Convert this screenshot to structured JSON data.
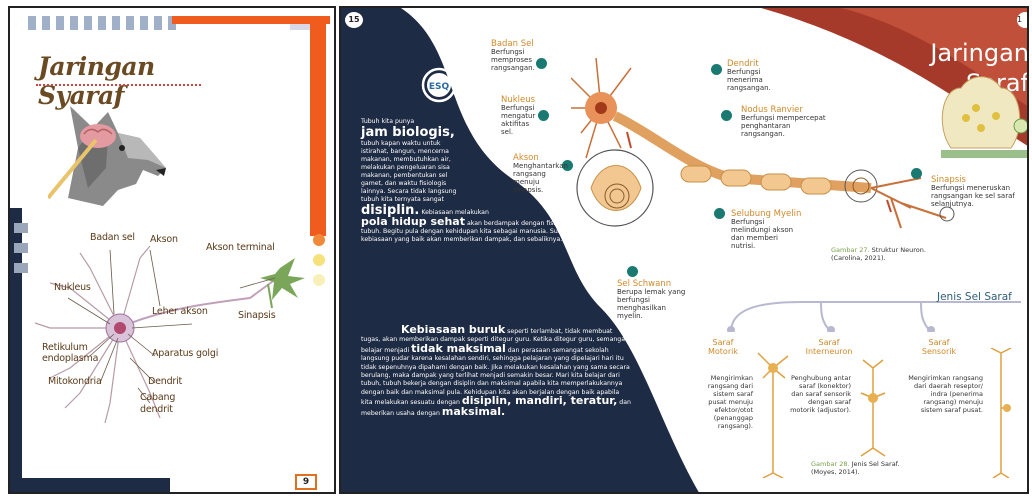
{
  "left_page": {
    "title": "Jaringan Syaraf",
    "page_number": "9",
    "labels": {
      "badan_sel": "Badan sel",
      "akson": "Akson",
      "akson_terminal": "Akson terminal",
      "nukleus": "Nukleus",
      "leher_akson": "Leher akson",
      "sinapsis": "Sinapsis",
      "retikulum": "Retikulum",
      "endoplasma": "endoplasma",
      "aparatus_golgi": "Aparatus golgi",
      "mitokondria": "Mitokondria",
      "dendrit": "Dendrit",
      "cabang": "Cabang",
      "dendrit2": "dendrit"
    }
  },
  "right_page": {
    "page_number": "15",
    "page_number_right": "1",
    "logo_text": "ESQ",
    "title_line1": "Jaringan",
    "title_line2": "Saraf",
    "text1_intro": "Tubuh kita punya",
    "text1_big1": "jam biologis,",
    "text1_body1": "tubuh kapan waktu untuk istirahat, bangun, mencerna makanan, membutuhkan air, melakukan pengeluaran sisa makanan, pembentukan sel gamet, dan waktu fisiologis lainnya. Secara tidak langsung tubuh kita ternyata sangat",
    "text1_big2": "disiplin.",
    "text1_body2": "Kebiasaan melakukan",
    "text1_big3": "pola hidup sehat",
    "text1_body3": "akan berdampak dengan fisiologis tubuh. Begitu pula dengan kehidupan kita sebagai manusia. Suatu kebiasaan yang baik akan memberikan dampak, dan sebaliknya.",
    "text2_big1": "Kebiasaan buruk",
    "text2_body1": "seperti terlambat, tidak membuat tugas, akan memberikan dampak seperti ditegur guru. Ketika ditegur guru, semangat belajar menjadi",
    "text2_big2": "tidak maksimal",
    "text2_body2": "dan perasaan semangat sekolah langsung pudar karena kesalahan sendiri, sehingga pelajaran yang dipelajari hari itu tidak sepenuhnya dipahami dengan baik. Jika melakukan kesalahan yang sama secara berulang, maka dampak yang terlihat menjadi semakin besar. Mari kita belajar dari tubuh, tubuh bekerja dengan disiplin dan maksimal apabila kita memperlakukannya dengan baik dan maksimal pula. Kehidupan kita akan berjalan dengan baik apabila kita melakukan sesuatu dengan",
    "text2_big3": "disiplin, mandiri, teratur,",
    "text2_body3": "dan meberikan usaha dengan",
    "text2_big4": "maksimal.",
    "neuron_labels": [
      {
        "key": "badan_sel",
        "title": "Badan Sel",
        "desc": "Berfungsi memproses rangsangan."
      },
      {
        "key": "nukleus",
        "title": "Nukleus",
        "desc": "Berfungsi mengatur aktifitas sel."
      },
      {
        "key": "akson",
        "title": "Akson",
        "desc": "Menghantarkan rangsang menuju sinapsis."
      },
      {
        "key": "dendrit",
        "title": "Dendrit",
        "desc": "Berfungsi menerima rangsangan."
      },
      {
        "key": "nodus_ranvier",
        "title": "Nodus Ranvier",
        "desc": "Berfungsi mempercepat penghantaran rangsangan."
      },
      {
        "key": "selubung_myelin",
        "title": "Selubung Myelin",
        "desc": "Berfungsi melindungi akson dan memberi nutrisi."
      },
      {
        "key": "sinapsis",
        "title": "Sinapsis",
        "desc": "Berfungsi meneruskan rangsangan ke sel saraf selanjutnya."
      },
      {
        "key": "sel_schwann",
        "title": "Sel Schwann",
        "desc": "Berupa lemak yang berfungsi menghasilkan myelin."
      }
    ],
    "fig27_label": "Gambar 27.",
    "fig27_caption": "Struktur Neuron.",
    "fig27_source": "(Carolina, 2021).",
    "jenis_title": "Jenis Sel Saraf",
    "nerve_types": [
      {
        "title1": "Saraf",
        "title2": "Motorik",
        "desc": "Mengirimkan rangsang dari sistem saraf pusat menuju efektor/otot (penanggap rangsang)."
      },
      {
        "title1": "Saraf",
        "title2": "Interneuron",
        "desc": "Penghubung antar saraf (konektor) dan saraf sensorik dengan saraf motorik (adjustor)."
      },
      {
        "title1": "Saraf",
        "title2": "Sensorik",
        "desc": "Mengirimkan rangsang dari daerah reseptor/ indra (penerima rangsang) menuju sistem saraf pusat."
      }
    ],
    "fig28_label": "Gambar 28.",
    "fig28_caption": "Jenis Sel Saraf.",
    "fig28_source": "(Moyes, 2014)."
  },
  "colors": {
    "navy": "#1e2b44",
    "orange": "#ef5c1e",
    "teal_dot": "#1a7a72",
    "label_gold": "#d08a2a",
    "title_brown": "#6a4a22",
    "header_red": "#a63a2a"
  }
}
